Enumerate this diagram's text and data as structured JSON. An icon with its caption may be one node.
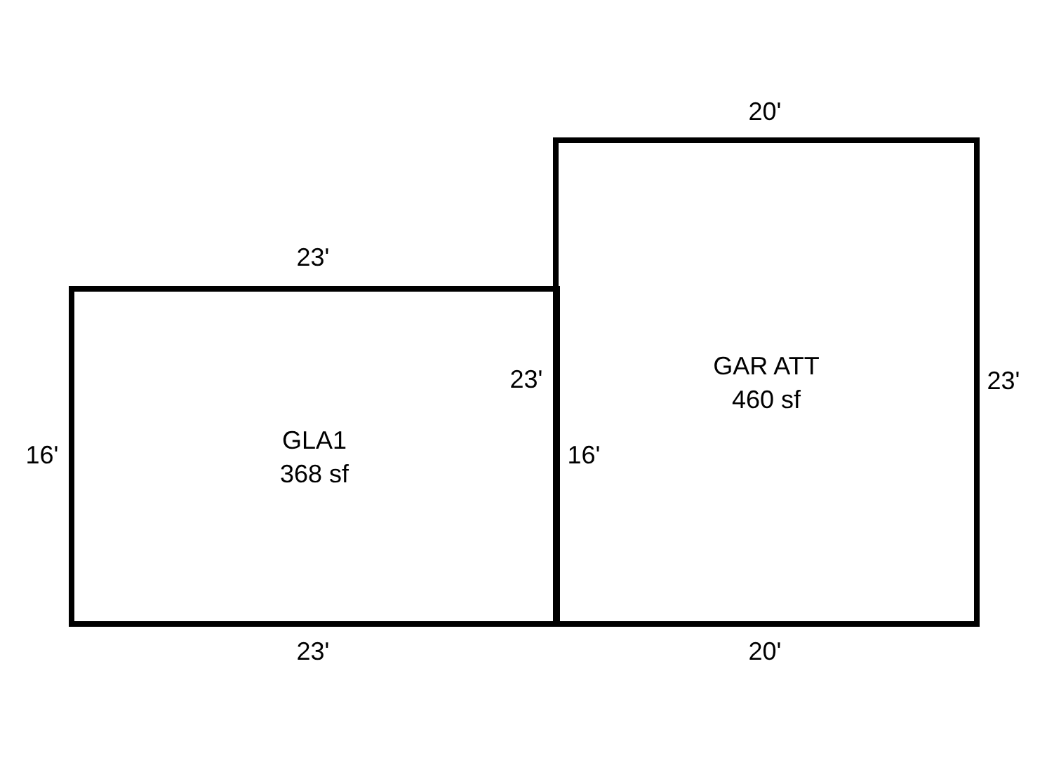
{
  "diagram": {
    "nodes": [
      {
        "text": [
          "GLA1",
          "368 sf"
        ]
      },
      {
        "text": [
          "GAR ATT",
          "460 sf"
        ]
      }
    ],
    "labels": [
      "20'",
      "23'",
      "23'",
      "23'",
      "16'",
      "16'",
      "23'",
      "20'"
    ]
  }
}
